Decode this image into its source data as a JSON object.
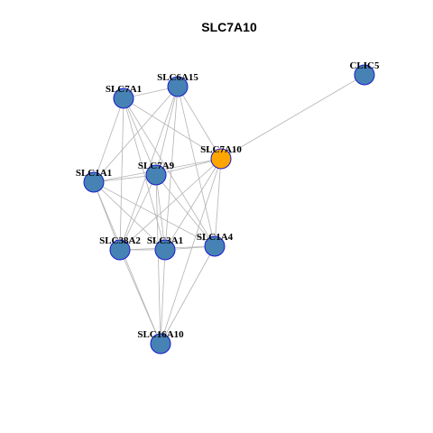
{
  "title": "SLC7A10",
  "colors": {
    "node_fill": "#4682b4",
    "focus_fill": "#ffa500",
    "node_border": "#1a1acc",
    "edge": "#b3b3b3"
  },
  "nodes": [
    {
      "id": "CLIC5",
      "label": "CLIC5",
      "focus": false
    },
    {
      "id": "SLC6A15",
      "label": "SLC6A15",
      "focus": false
    },
    {
      "id": "SLC7A1",
      "label": "SLC7A1",
      "focus": false
    },
    {
      "id": "SLC7A10",
      "label": "SLC7A10",
      "focus": true
    },
    {
      "id": "SLC1A1",
      "label": "SLC1A1",
      "focus": false
    },
    {
      "id": "SLC7A9",
      "label": "SLC7A9",
      "focus": false
    },
    {
      "id": "SLC38A2",
      "label": "SLC38A2",
      "focus": false
    },
    {
      "id": "SLC3A1",
      "label": "SLC3A1",
      "focus": false
    },
    {
      "id": "SLC1A4",
      "label": "SLC1A4",
      "focus": false
    },
    {
      "id": "SLC16A10",
      "label": "SLC16A10",
      "focus": false
    }
  ],
  "edges": [
    [
      "CLIC5",
      "SLC7A10"
    ],
    [
      "SLC7A1",
      "SLC6A15"
    ],
    [
      "SLC7A1",
      "SLC7A10"
    ],
    [
      "SLC7A1",
      "SLC1A1"
    ],
    [
      "SLC7A1",
      "SLC7A9"
    ],
    [
      "SLC7A1",
      "SLC38A2"
    ],
    [
      "SLC7A1",
      "SLC3A1"
    ],
    [
      "SLC7A1",
      "SLC1A4"
    ],
    [
      "SLC6A15",
      "SLC7A10"
    ],
    [
      "SLC6A15",
      "SLC1A1"
    ],
    [
      "SLC6A15",
      "SLC7A9"
    ],
    [
      "SLC6A15",
      "SLC38A2"
    ],
    [
      "SLC6A15",
      "SLC3A1"
    ],
    [
      "SLC6A15",
      "SLC1A4"
    ],
    [
      "SLC7A10",
      "SLC1A1"
    ],
    [
      "SLC7A10",
      "SLC7A9"
    ],
    [
      "SLC7A10",
      "SLC38A2"
    ],
    [
      "SLC7A10",
      "SLC3A1"
    ],
    [
      "SLC7A10",
      "SLC1A4"
    ],
    [
      "SLC7A10",
      "SLC16A10"
    ],
    [
      "SLC1A1",
      "SLC7A9"
    ],
    [
      "SLC1A1",
      "SLC38A2"
    ],
    [
      "SLC1A1",
      "SLC3A1"
    ],
    [
      "SLC1A1",
      "SLC1A4"
    ],
    [
      "SLC1A1",
      "SLC16A10"
    ],
    [
      "SLC7A9",
      "SLC38A2"
    ],
    [
      "SLC7A9",
      "SLC3A1"
    ],
    [
      "SLC7A9",
      "SLC1A4"
    ],
    [
      "SLC7A9",
      "SLC16A10"
    ],
    [
      "SLC38A2",
      "SLC3A1"
    ],
    [
      "SLC38A2",
      "SLC1A4"
    ],
    [
      "SLC38A2",
      "SLC16A10"
    ],
    [
      "SLC3A1",
      "SLC1A4"
    ],
    [
      "SLC3A1",
      "SLC16A10"
    ],
    [
      "SLC1A4",
      "SLC16A10"
    ]
  ]
}
